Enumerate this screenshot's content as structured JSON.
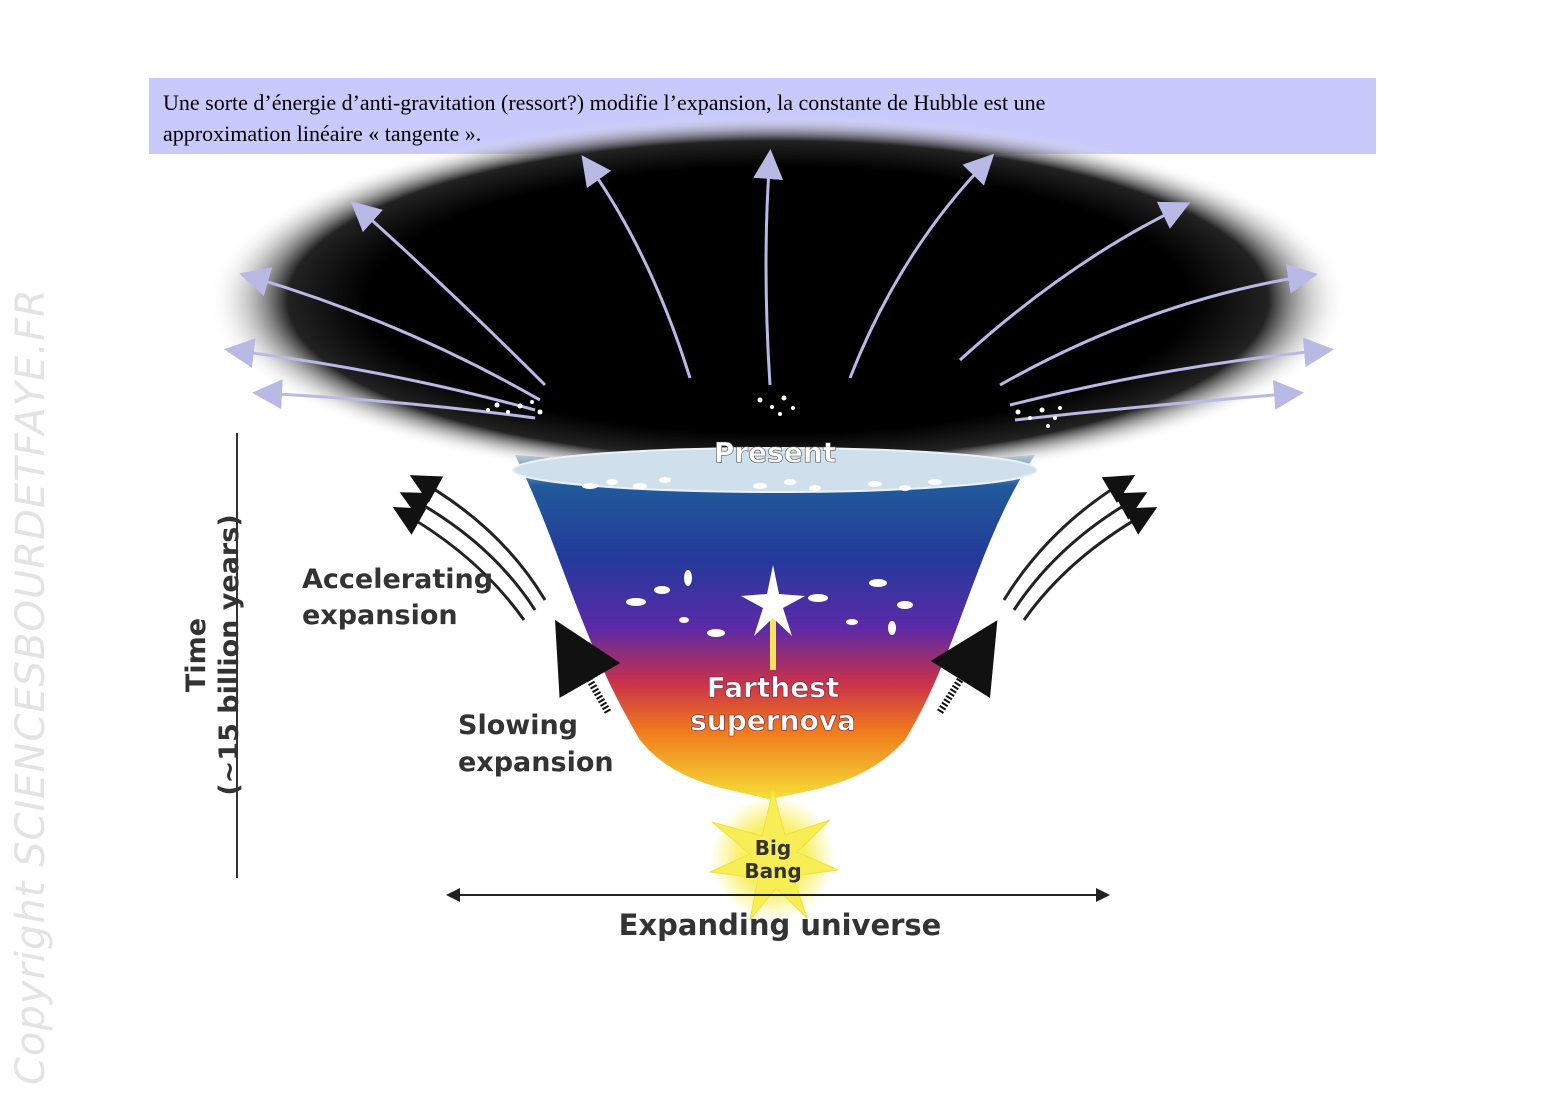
{
  "caption": {
    "line1": "Une sorte d’énergie d’anti-gravitation (ressort?)  modifie l’expansion, la constante de Hubble est une",
    "line2": "approximation linéaire « tangente »."
  },
  "diagram": {
    "present": "Present",
    "accelerating_line1": "Accelerating",
    "accelerating_line2": "expansion",
    "slowing_line1": "Slowing",
    "slowing_line2": "expansion",
    "farthest_line1": "Farthest",
    "farthest_line2": "supernova",
    "bigbang_line1": "Big",
    "bigbang_line2": "Bang",
    "time_line1": "Time",
    "time_line2": "(~15 billion years)",
    "expanding": "Expanding universe"
  },
  "watermark": "Copyright SCIENCESBOURDETFAYE.FR",
  "colors": {
    "caption_bg": "#c9c9fb",
    "space": "#000000",
    "arrow": "#b9b9e6",
    "label": "#222222"
  }
}
